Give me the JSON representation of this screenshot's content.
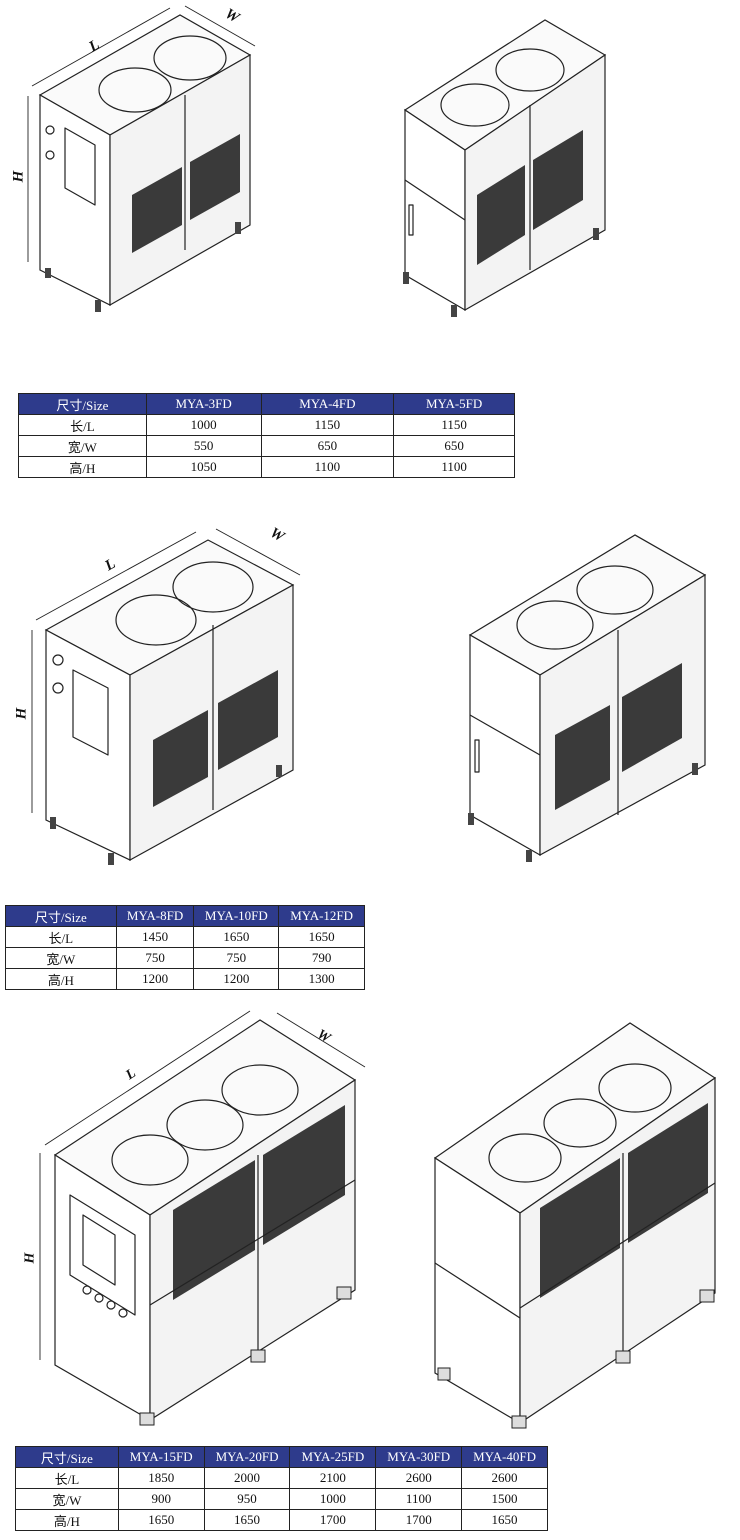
{
  "dimension_labels": {
    "length": "L",
    "width": "W",
    "height": "H"
  },
  "sections": [
    {
      "models": [
        "MYA-3FD",
        "MYA-4FD",
        "MYA-5FD"
      ],
      "table": {
        "header": "尺寸/Size",
        "rows": [
          {
            "label": "长/L",
            "values": [
              "1000",
              "1150",
              "1150"
            ]
          },
          {
            "label": "宽/W",
            "values": [
              "550",
              "650",
              "650"
            ]
          },
          {
            "label": "高/H",
            "values": [
              "1050",
              "1100",
              "1100"
            ]
          }
        ]
      }
    },
    {
      "models": [
        "MYA-8FD",
        "MYA-10FD",
        "MYA-12FD"
      ],
      "table": {
        "header": "尺寸/Size",
        "rows": [
          {
            "label": "长/L",
            "values": [
              "1450",
              "1650",
              "1650"
            ]
          },
          {
            "label": "宽/W",
            "values": [
              "750",
              "750",
              "790"
            ]
          },
          {
            "label": "高/H",
            "values": [
              "1200",
              "1200",
              "1300"
            ]
          }
        ]
      }
    },
    {
      "models": [
        "MYA-15FD",
        "MYA-20FD",
        "MYA-25FD",
        "MYA-30FD",
        "MYA-40FD"
      ],
      "table": {
        "header": "尺寸/Size",
        "rows": [
          {
            "label": "长/L",
            "values": [
              "1850",
              "2000",
              "2100",
              "2600",
              "2600"
            ]
          },
          {
            "label": "宽/W",
            "values": [
              "900",
              "950",
              "1000",
              "1100",
              "1500"
            ]
          },
          {
            "label": "高/H",
            "values": [
              "1650",
              "1650",
              "1700",
              "1700",
              "1650"
            ]
          }
        ]
      }
    }
  ],
  "colors": {
    "table_header_bg": "#2e3b8c",
    "table_header_text": "#ffffff"
  }
}
